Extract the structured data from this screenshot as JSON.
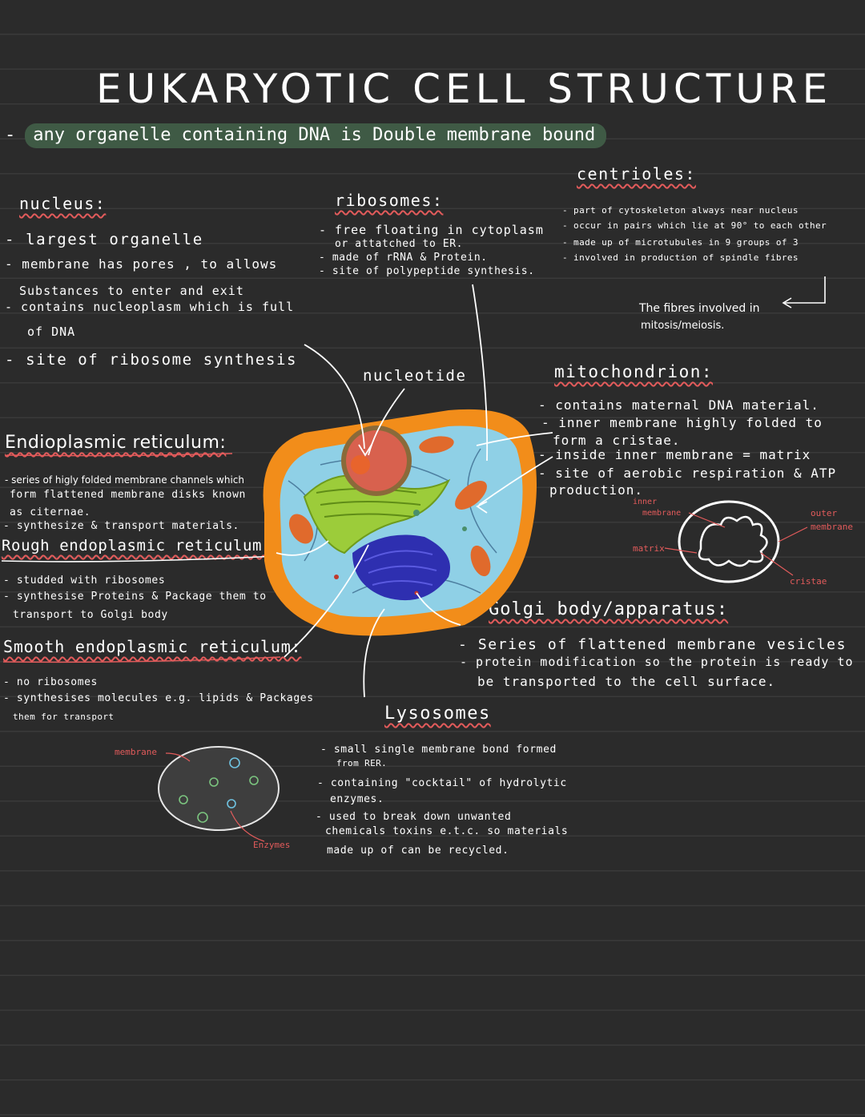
{
  "title": "EUKARYOTIC CELL STRUCTURE",
  "highlight": {
    "dash": "-",
    "text": "any organelle containing DNA is Double membrane bound"
  },
  "nucleus": {
    "heading": "nucleus:",
    "lines": [
      "- largest organelle",
      "- membrane has pores , to allows",
      "Substances to enter and exit",
      "- contains nucleoplasm which is full",
      "of DNA",
      "- site of ribosome synthesis"
    ]
  },
  "ribosomes": {
    "heading": "ribosomes:",
    "lines": [
      "- free floating in cytoplasm",
      "or attatched to ER.",
      "- made of rRNA & Protein.",
      "- site of polypeptide synthesis."
    ]
  },
  "centrioles": {
    "heading": "centrioles:",
    "lines": [
      "- part of cytoskeleton always near nucleus",
      "- occur in pairs which lie at 90° to each other",
      "- made up of microtubules in 9 groups of 3",
      "- involved in production of spindle fibres"
    ],
    "note": [
      "The fibres involved in",
      "mitosis/meiosis."
    ]
  },
  "diagram_labels": {
    "nucleotide": "nucleotide"
  },
  "er": {
    "heading": "Endioplasmic reticulum:",
    "lines": [
      "- series of higly folded membrane channels which",
      "form flattened membrane disks known",
      "as citernae.",
      "- synthesize & transport materials."
    ]
  },
  "rough_er": {
    "heading": "Rough endoplasmic reticulum:",
    "lines": [
      "- studded with ribosomes",
      "- synthesise Proteins & Package them to",
      "transport to Golgi body"
    ]
  },
  "smooth_er": {
    "heading": "Smooth endoplasmic reticulum:",
    "lines": [
      "- no ribosomes",
      "- synthesises molecules e.g. lipids & Packages",
      "them for transport"
    ]
  },
  "mitochondrion": {
    "heading": "mitochondrion:",
    "lines": [
      "- contains maternal DNA material.",
      "- inner membrane highly folded to",
      "form a cristae.",
      "- inside inner membrane = matrix",
      "- site of aerobic respiration & ATP",
      "production."
    ],
    "labels": {
      "inner": "inner",
      "membrane": "membrane",
      "outer": "outer",
      "outer_membrane": "membrane",
      "matrix": "matrix",
      "cristae": "cristae"
    }
  },
  "golgi": {
    "heading": "Golgi body/apparatus:",
    "lines": [
      "- Series of flattened membrane vesicles",
      "- protein modification so the protein is ready to",
      "be transported to the cell surface."
    ]
  },
  "lysosomes": {
    "heading": "Lysosomes",
    "lines": [
      "- small single membrane bond formed",
      "from RER.",
      "- containing \"cocktail\" of hydrolytic",
      "enzymes.",
      "- used to break down unwanted",
      "chemicals toxins e.t.c. so materials",
      "made up of can be recycled."
    ],
    "labels": {
      "membrane": "membrane",
      "enzymes": "Enzymes"
    }
  }
}
